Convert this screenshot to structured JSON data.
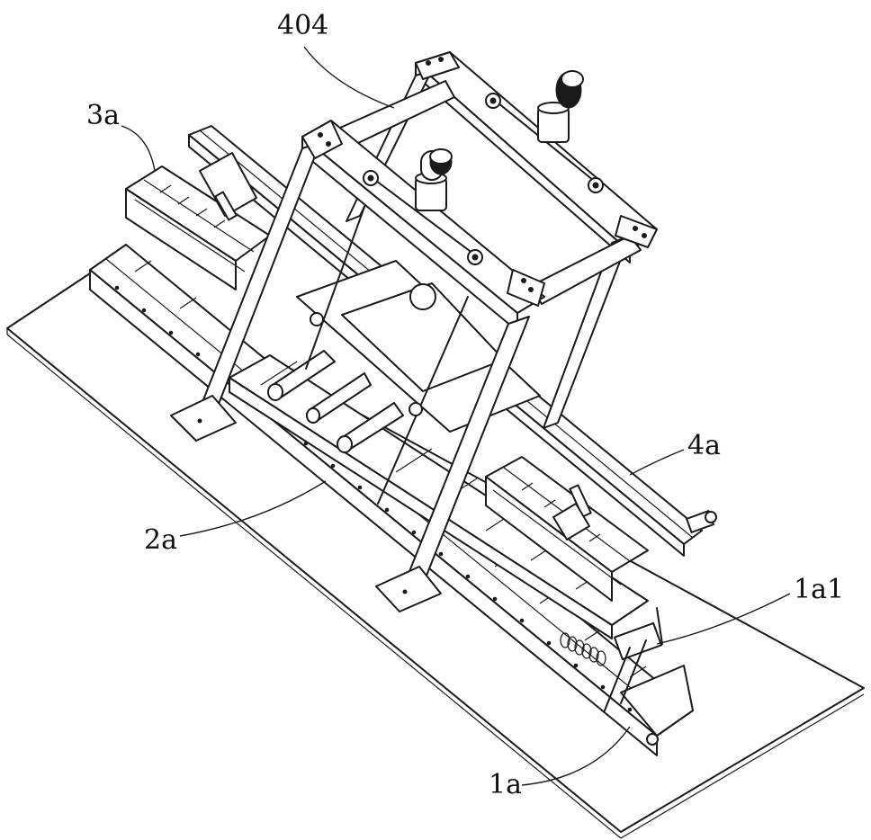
{
  "labels": {
    "label_404": "404",
    "label_3a": "3a",
    "label_4a": "4a",
    "label_2a": "2a",
    "label_1a1": "1a1",
    "label_1a": "1a"
  }
}
